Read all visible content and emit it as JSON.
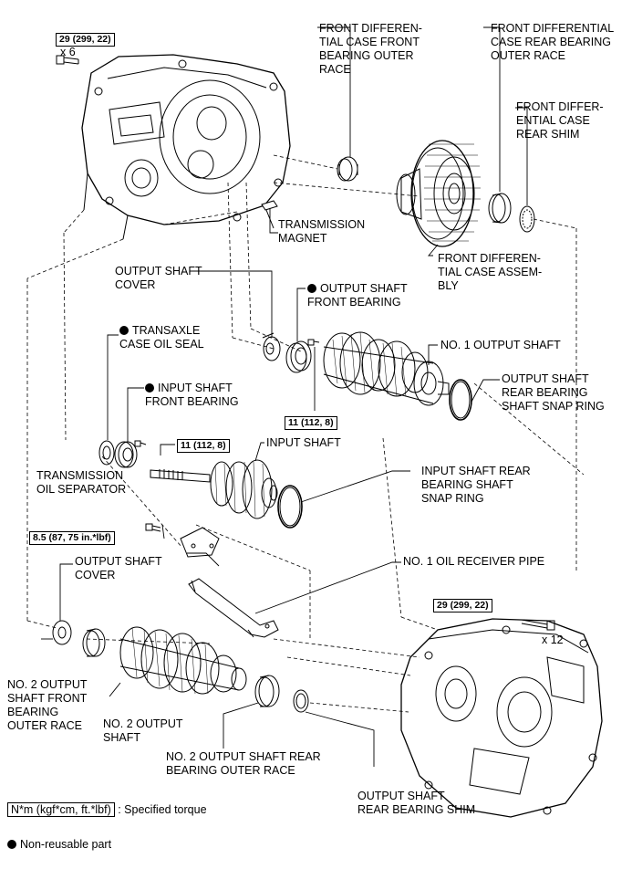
{
  "labels": {
    "front_diff_front_bearing_outer_race": "FRONT DIFFEREN-\nTIAL CASE FRONT\nBEARING OUTER\nRACE",
    "front_diff_rear_bearing_outer_race": "FRONT DIFFERENTIAL\nCASE REAR BEARING\nOUTER RACE",
    "front_diff_rear_shim": "FRONT DIFFER-\nENTIAL CASE\nREAR SHIM",
    "transmission_magnet": "TRANSMISSION\nMAGNET",
    "front_diff_case_assembly": "FRONT DIFFEREN-\nTIAL CASE ASSEM-\nBLY",
    "output_shaft_cover_1": "OUTPUT SHAFT\nCOVER",
    "output_shaft_front_bearing": "OUTPUT SHAFT\nFRONT BEARING",
    "transaxle_case_oil_seal": "TRANSAXLE\nCASE OIL SEAL",
    "no1_output_shaft": "NO. 1 OUTPUT SHAFT",
    "output_shaft_rear_bearing_snap_ring": "OUTPUT SHAFT\nREAR BEARING\nSHAFT SNAP RING",
    "input_shaft_front_bearing": "INPUT SHAFT\nFRONT BEARING",
    "input_shaft": "INPUT SHAFT",
    "transmission_oil_separator": "TRANSMISSION\nOIL SEPARATOR",
    "input_shaft_rear_bearing_snap_ring": "INPUT SHAFT REAR\nBEARING SHAFT\nSNAP RING",
    "output_shaft_cover_2": "OUTPUT SHAFT\nCOVER",
    "no1_oil_receiver_pipe": "NO. 1 OIL RECEIVER PIPE",
    "no2_output_shaft_front_bearing_outer_race": "NO. 2 OUTPUT\nSHAFT FRONT\nBEARING\nOUTER RACE",
    "no2_output_shaft": "NO. 2 OUTPUT\nSHAFT",
    "no2_output_shaft_rear_bearing_outer_race": "NO. 2 OUTPUT SHAFT REAR\nBEARING OUTER RACE",
    "output_shaft_rear_bearing_shim": "OUTPUT SHAFT\nREAR BEARING SHIM"
  },
  "torques": {
    "case_bolt_top": "29 (299, 22)",
    "bearing_retainer_upper": "11 (112, 8)",
    "bearing_retainer_lower": "11 (112, 8)",
    "separator_bolt": "8.5 (87, 75 in.*lbf)",
    "case_bolt_right": "29 (299, 22)"
  },
  "quantities": {
    "case_bolt_top": "x 6",
    "case_bolt_right": "x 12"
  },
  "legend": {
    "torque_unit": "N*m (kgf*cm, ft.*lbf)",
    "torque_desc": ": Specified torque",
    "non_reusable": "Non-reusable part"
  },
  "icons": [
    "non-reusable-dot-icon",
    "bolt-icon",
    "snap-ring-icon",
    "gear-icon",
    "bearing-icon"
  ]
}
